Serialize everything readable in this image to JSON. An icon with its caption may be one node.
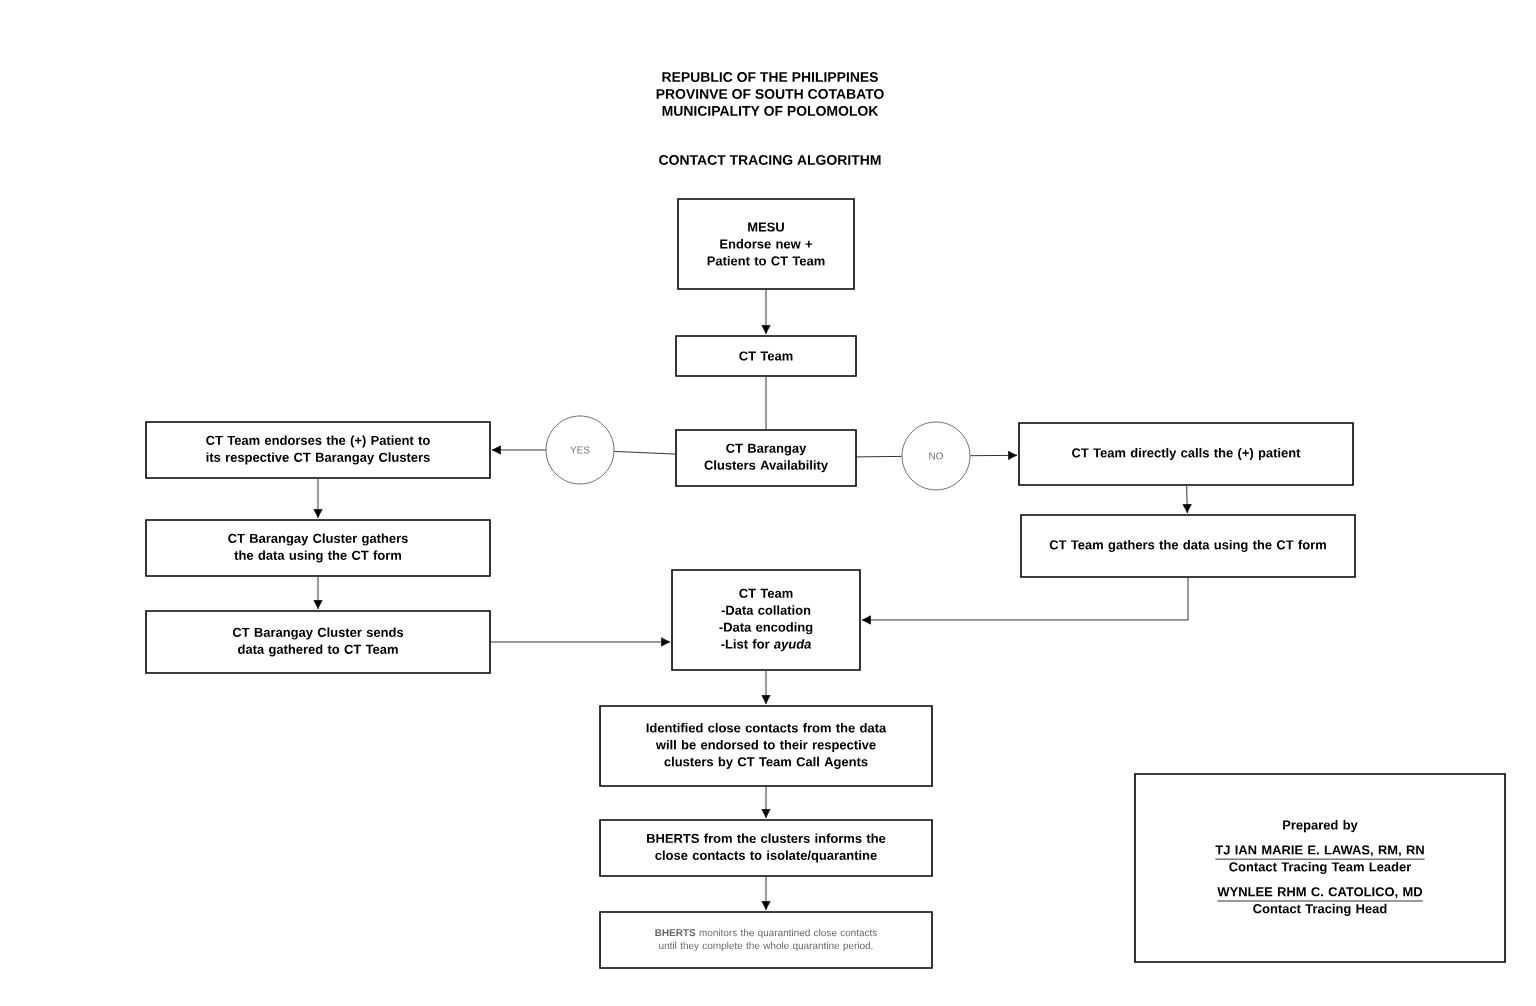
{
  "diagram": {
    "title": "CONTACT TRACING ALGORITHM",
    "nodes": [
      {
        "text": [
          "MESU",
          "Endorse new + Patient to CT Team"
        ]
      },
      {
        "text": [
          "CT Team"
        ]
      },
      {
        "text": [
          "CT Barangay Clusters Availability"
        ]
      },
      {
        "text": [
          "YES"
        ]
      },
      {
        "text": [
          "NO"
        ]
      },
      {
        "text": [
          "CT Team endorses the (+) Patient to its respective CT Barangay Clusters"
        ]
      },
      {
        "text": [
          "CT Team directly calls the (+) patient"
        ]
      },
      {
        "text": [
          "CT Barangay Cluster gathers the data using the CT form"
        ]
      },
      {
        "text": [
          "CT Team gathers the data using the CT form"
        ]
      },
      {
        "text": [
          "CT Barangay Cluster sends data gathered to CT Team"
        ]
      },
      {
        "text": [
          "CT Team",
          "-Data collation",
          "-Data encoding",
          "-List for *ayuda*"
        ]
      },
      {
        "text": [
          "Identified close contacts from the data will be endorsed to their respective clusters by CT Team Call Agents"
        ]
      },
      {
        "text": [
          "BHERTS from the clusters informs the close contacts to isolate/quarantine"
        ]
      },
      {
        "text": [
          "**BHERTS** monitors the quarantined close contacts until they complete the whole quarantine period."
        ]
      },
      {
        "text": [
          "Prepared by",
          "TJ IAN MARIE E. LAWAS, RM, RN",
          "Contact Tracing Team Leader",
          "WYNLEE RHM C. CATOLICO, MD",
          "Contact Tracing Head"
        ]
      }
    ],
    "edges": [
      {
        "from": 0,
        "to": 1,
        "arrow": "to"
      },
      {
        "from": 1,
        "to": 2,
        "arrow": "none"
      },
      {
        "from": 2,
        "to": 3,
        "arrow": "none"
      },
      {
        "from": 3,
        "to": 5,
        "arrow": "to"
      },
      {
        "from": 2,
        "to": 4,
        "arrow": "none"
      },
      {
        "from": 4,
        "to": 6,
        "arrow": "to"
      },
      {
        "from": 5,
        "to": 7,
        "arrow": "to"
      },
      {
        "from": 7,
        "to": 9,
        "arrow": "to"
      },
      {
        "from": 6,
        "to": 8,
        "arrow": "to"
      },
      {
        "from": 9,
        "to": 10,
        "arrow": "to"
      },
      {
        "from": 8,
        "to": 10,
        "arrow": "to"
      },
      {
        "from": 10,
        "to": 11,
        "arrow": "to"
      },
      {
        "from": 11,
        "to": 12,
        "arrow": "to"
      },
      {
        "from": 12,
        "to": 13,
        "arrow": "to"
      }
    ],
    "labels": [
      "REPUBLIC OF THE PHILIPPINES",
      "PROVINVE OF SOUTH COTABATO",
      "MUNICIPALITY OF POLOMOLOK"
    ]
  }
}
